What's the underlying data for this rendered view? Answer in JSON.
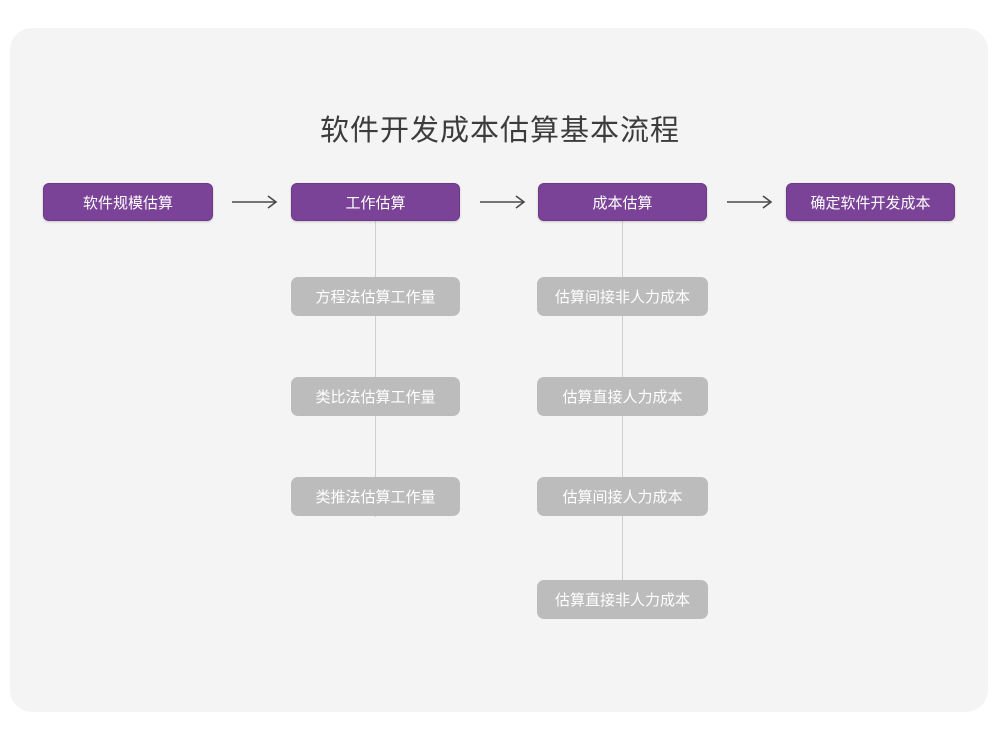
{
  "page": {
    "background": "#ffffff",
    "card_background": "#f4f4f5"
  },
  "diagram": {
    "title": "软件开发成本估算基本流程",
    "type": "flowchart",
    "colors": {
      "primary_node": "#7b4397",
      "primary_node_border": "#6a3a85",
      "secondary_node": "#bcbcbc",
      "node_text": "#ffffff",
      "title_text": "#3c3c3c",
      "connector": "#cfcfcf",
      "arrow": "#4a4a4a"
    },
    "main_flow": [
      {
        "id": "step1",
        "label": "软件规模估算"
      },
      {
        "id": "step2",
        "label": "工作估算"
      },
      {
        "id": "step3",
        "label": "成本估算"
      },
      {
        "id": "step4",
        "label": "确定软件开发成本"
      }
    ],
    "arrows": [
      {
        "id": "arrow-1",
        "glyph": "⟶",
        "from": "step1",
        "to": "step2"
      },
      {
        "id": "arrow-2",
        "glyph": "⟶",
        "from": "step2",
        "to": "step3"
      },
      {
        "id": "arrow-3",
        "glyph": "⟶",
        "from": "step3",
        "to": "step4"
      }
    ],
    "branches": [
      {
        "parent": "step2",
        "items": [
          {
            "label": "方程法估算工作量"
          },
          {
            "label": "类比法估算工作量"
          },
          {
            "label": "类推法估算工作量"
          }
        ]
      },
      {
        "parent": "step3",
        "items": [
          {
            "label": "估算间接非人力成本"
          },
          {
            "label": "估算直接人力成本"
          },
          {
            "label": "估算间接人力成本"
          },
          {
            "label": "估算直接非人力成本"
          }
        ]
      }
    ]
  }
}
